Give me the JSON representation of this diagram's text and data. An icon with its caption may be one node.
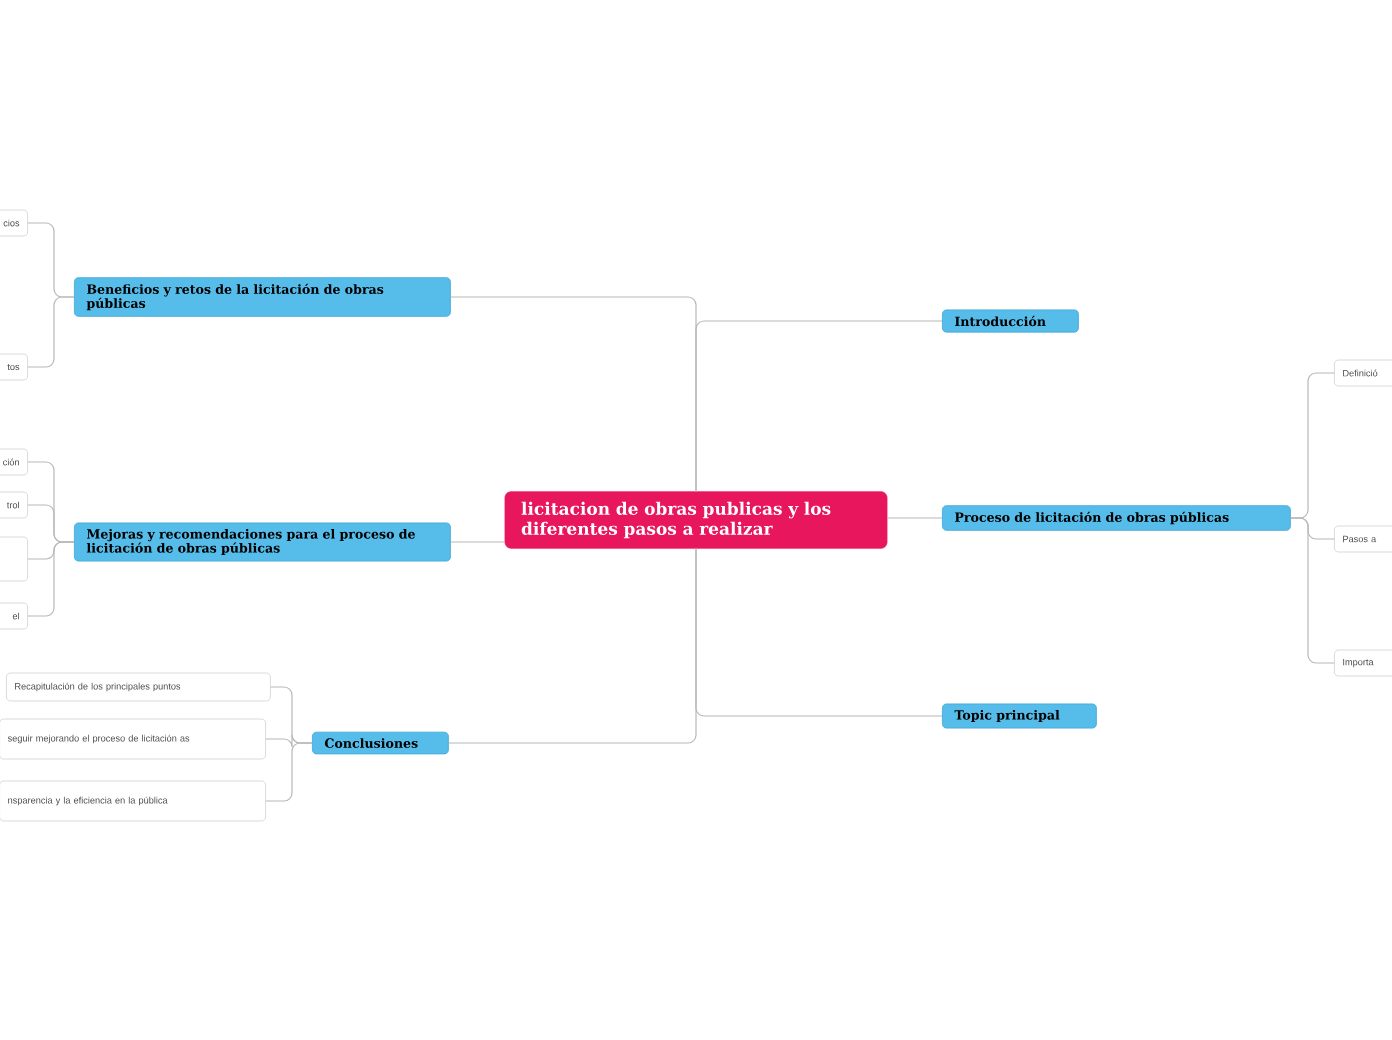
{
  "diagram": {
    "nodes": [
      {
        "text": [
          "licitacion de obras publicas y los diferentes pasos a realizar"
        ]
      },
      {
        "text": [
          "Beneficios y retos de la licitación de obras públicas"
        ]
      },
      {
        "text": [
          "cios"
        ]
      },
      {
        "text": [
          "tos"
        ]
      },
      {
        "text": [
          "Mejoras y recomendaciones para el proceso de licitación de obras públicas"
        ]
      },
      {
        "text": [
          "ción"
        ]
      },
      {
        "text": [
          "trol"
        ]
      },
      {
        "text": [],
        "shape": "box"
      },
      {
        "text": [
          "el"
        ]
      },
      {
        "text": [
          "Conclusiones"
        ]
      },
      {
        "text": [
          "Recapitulación de los principales puntos"
        ]
      },
      {
        "text": [
          "seguir mejorando el proceso de licitación as"
        ]
      },
      {
        "text": [
          "nsparencia y la eficiencia en la pública"
        ]
      },
      {
        "text": [
          "Introducción"
        ]
      },
      {
        "text": [
          "Proceso de licitación de obras públicas"
        ]
      },
      {
        "text": [
          "Definició"
        ]
      },
      {
        "text": [
          "Pasos a"
        ]
      },
      {
        "text": [
          "Importa"
        ]
      },
      {
        "text": [
          "Topic principal"
        ]
      }
    ],
    "edges": [
      {
        "from": 0,
        "to": 1,
        "arrow": "none"
      },
      {
        "from": 1,
        "to": 2,
        "arrow": "none"
      },
      {
        "from": 1,
        "to": 3,
        "arrow": "none"
      },
      {
        "from": 0,
        "to": 4,
        "arrow": "none"
      },
      {
        "from": 4,
        "to": 5,
        "arrow": "none"
      },
      {
        "from": 4,
        "to": 6,
        "arrow": "none"
      },
      {
        "from": 4,
        "to": 7,
        "arrow": "none"
      },
      {
        "from": 4,
        "to": 8,
        "arrow": "none"
      },
      {
        "from": 0,
        "to": 9,
        "arrow": "none"
      },
      {
        "from": 9,
        "to": 10,
        "arrow": "none"
      },
      {
        "from": 9,
        "to": 11,
        "arrow": "none"
      },
      {
        "from": 9,
        "to": 12,
        "arrow": "none"
      },
      {
        "from": 0,
        "to": 13,
        "arrow": "none"
      },
      {
        "from": 0,
        "to": 14,
        "arrow": "none"
      },
      {
        "from": 14,
        "to": 15,
        "arrow": "none"
      },
      {
        "from": 14,
        "to": 16,
        "arrow": "none"
      },
      {
        "from": 14,
        "to": 17,
        "arrow": "none"
      },
      {
        "from": 0,
        "to": 18,
        "arrow": "none"
      }
    ]
  }
}
